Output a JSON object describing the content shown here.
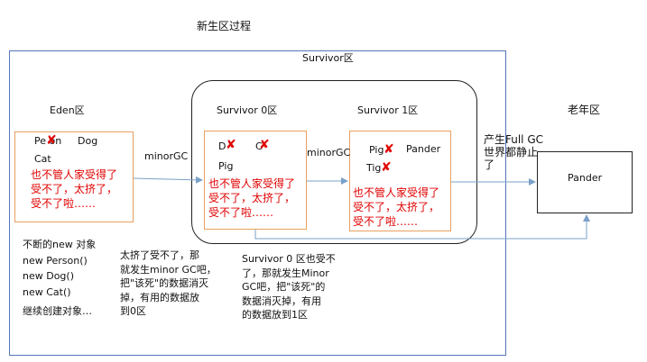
{
  "title": "新生区过程",
  "outer_label": "Survivor区",
  "eden": {
    "label": "Eden区",
    "objects": {
      "person": "Pe  on",
      "dog": "Dog",
      "cat": "Cat"
    },
    "note": [
      "也不管人家受得了",
      "受不了，太挤了，",
      "受不了啦……"
    ]
  },
  "s0": {
    "label": "Survivor 0区",
    "objects": {
      "d": "D",
      "c": "C",
      "pig": "Pig"
    },
    "note": [
      "也不管人家受得了",
      "受不了，太挤了，",
      "受不了啦……"
    ]
  },
  "s1": {
    "label": "Survivor 1区",
    "objects": {
      "pig": "Pig",
      "pander": "Pander",
      "tig": "Tig"
    },
    "note": [
      "也不管人家受得了",
      "受不了，太挤了，",
      "受不了啦……"
    ]
  },
  "arrows": {
    "minor1": "minorGC",
    "minor2": "minorGC"
  },
  "old": {
    "label": "老年区",
    "object": "Pander",
    "fullgc": [
      "产生Full GC",
      "世界都静止",
      "了"
    ]
  },
  "notes": {
    "create": [
      "不断的new 对象",
      "new Person()",
      "new Dog()",
      "new Cat()",
      "继续创建对象…"
    ],
    "eden_full": [
      "太挤了受不了，那",
      "就发生minor GC吧，",
      "把\"该死\"的数据消灭",
      "掉，有用的数据放",
      "到0区"
    ],
    "s0_full": [
      "Survivor 0 区也受不",
      "了，那就发生Minor",
      "GC吧，把\"该死\"的",
      "数据消灭掉，有用",
      "的数据放到1区"
    ]
  },
  "icons": {
    "delete_mark": "x-mark-icon"
  },
  "colors": {
    "delete": "#e00000",
    "eden_border": "#e8a060",
    "arrow": "#7aa0c8"
  }
}
